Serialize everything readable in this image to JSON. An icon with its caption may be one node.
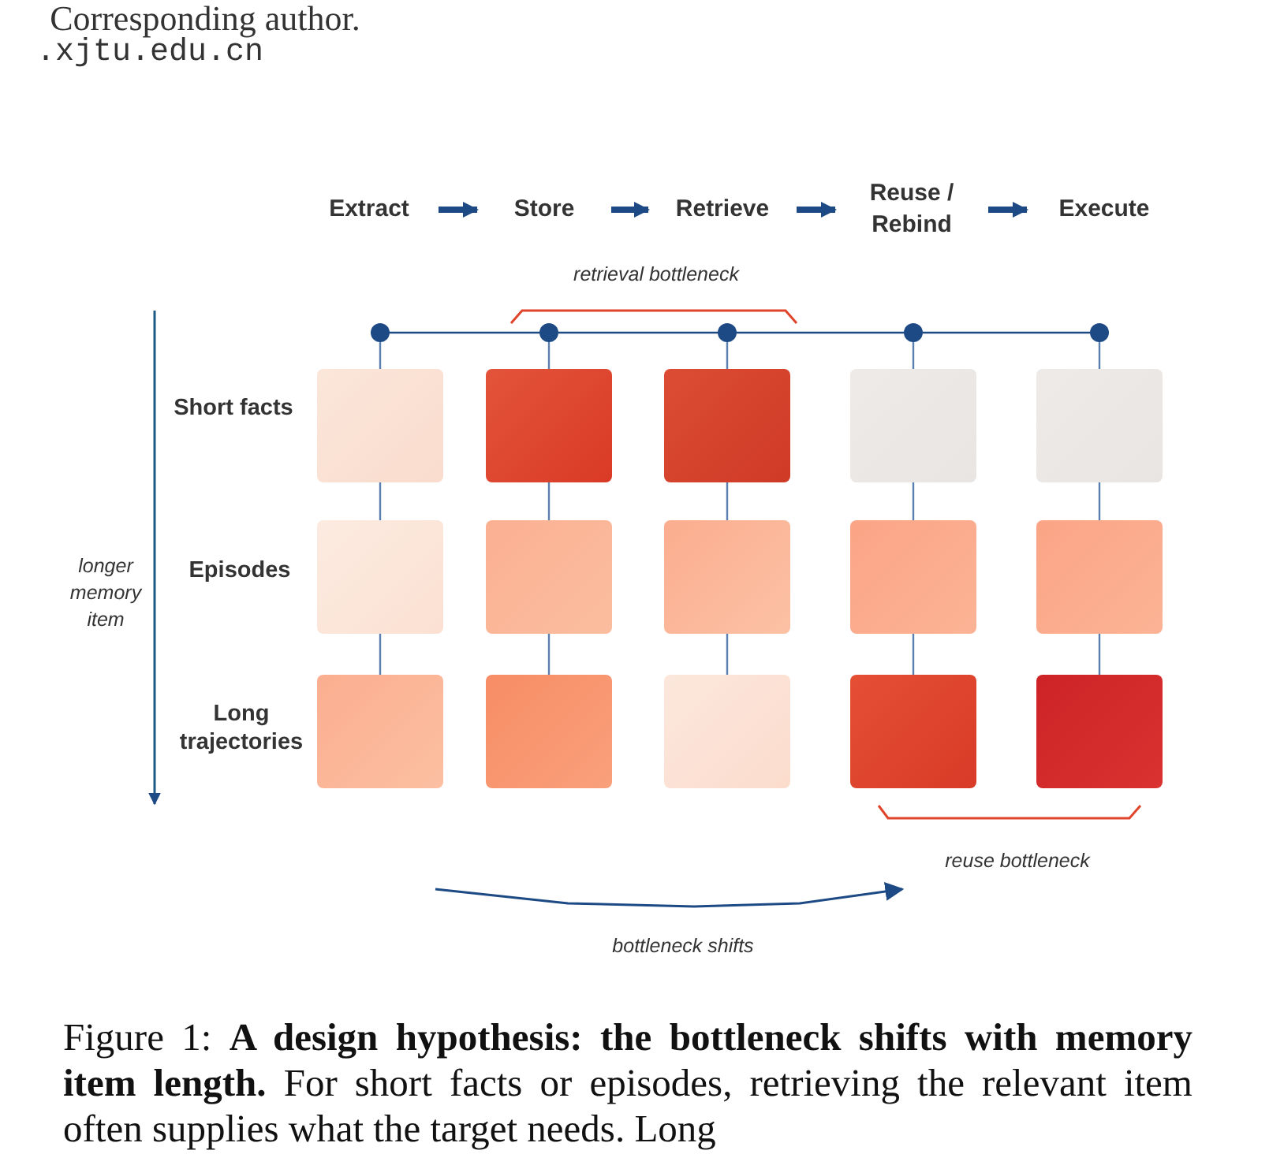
{
  "diagram": {
    "caption": "Figure 1: **A design hypothesis: the bottleneck shifts with memory item length.** For short facts or episodes, retrieving the relevant item often supplies what the target needs. Long",
    "nodes": [
      {
        "text": [
          "Extract"
        ]
      },
      {
        "text": [
          "Store"
        ]
      },
      {
        "text": [
          "Retrieve"
        ]
      },
      {
        "text": [
          "Reuse / Rebind"
        ]
      },
      {
        "text": [
          "Execute"
        ]
      },
      {
        "text": [],
        "shape": "circle"
      },
      {
        "text": [],
        "shape": "circle"
      },
      {
        "text": [],
        "shape": "circle"
      },
      {
        "text": [],
        "shape": "circle"
      },
      {
        "text": [],
        "shape": "circle"
      },
      {
        "text": [],
        "shape": "box"
      },
      {
        "text": [],
        "shape": "box"
      },
      {
        "text": [],
        "shape": "box"
      },
      {
        "text": [],
        "shape": "box"
      },
      {
        "text": [],
        "shape": "box"
      },
      {
        "text": [],
        "shape": "box"
      },
      {
        "text": [],
        "shape": "box"
      },
      {
        "text": [],
        "shape": "box"
      },
      {
        "text": [],
        "shape": "box"
      },
      {
        "text": [],
        "shape": "box"
      },
      {
        "text": [],
        "shape": "box"
      },
      {
        "text": [],
        "shape": "box"
      },
      {
        "text": [],
        "shape": "box"
      },
      {
        "text": [],
        "shape": "box"
      },
      {
        "text": [],
        "shape": "box"
      }
    ],
    "edges": [
      {
        "from": 0,
        "to": 1,
        "arrow": "to",
        "style": "thick"
      },
      {
        "from": 1,
        "to": 2,
        "arrow": "to",
        "style": "thick"
      },
      {
        "from": 2,
        "to": 3,
        "arrow": "to",
        "style": "thick"
      },
      {
        "from": 3,
        "to": 4,
        "arrow": "to",
        "style": "thick"
      },
      {
        "from": 5,
        "to": 6,
        "arrow": "none"
      },
      {
        "from": 6,
        "to": 7,
        "arrow": "none"
      },
      {
        "from": 7,
        "to": 8,
        "arrow": "none"
      },
      {
        "from": 8,
        "to": 9,
        "arrow": "none"
      },
      {
        "from": 5,
        "to": 10,
        "arrow": "none"
      },
      {
        "from": 10,
        "to": 15,
        "arrow": "none"
      },
      {
        "from": 15,
        "to": 20,
        "arrow": "none"
      },
      {
        "from": 6,
        "to": 11,
        "arrow": "none"
      },
      {
        "from": 11,
        "to": 16,
        "arrow": "none"
      },
      {
        "from": 16,
        "to": 21,
        "arrow": "none"
      },
      {
        "from": 7,
        "to": 12,
        "arrow": "none"
      },
      {
        "from": 12,
        "to": 17,
        "arrow": "none"
      },
      {
        "from": 17,
        "to": 22,
        "arrow": "none"
      },
      {
        "from": 8,
        "to": 13,
        "arrow": "none"
      },
      {
        "from": 13,
        "to": 18,
        "arrow": "none"
      },
      {
        "from": 18,
        "to": 23,
        "arrow": "none"
      },
      {
        "from": 9,
        "to": 14,
        "arrow": "none"
      },
      {
        "from": 14,
        "to": 19,
        "arrow": "none"
      },
      {
        "from": 19,
        "to": 24,
        "arrow": "none"
      }
    ],
    "labels": [
      "Corresponding author.",
      ".xjtu.edu.cn",
      "retrieval bottleneck",
      "Short facts",
      "longer memory item",
      "Episodes",
      "Long trajectories",
      "reuse bottleneck",
      "bottleneck shifts"
    ]
  }
}
